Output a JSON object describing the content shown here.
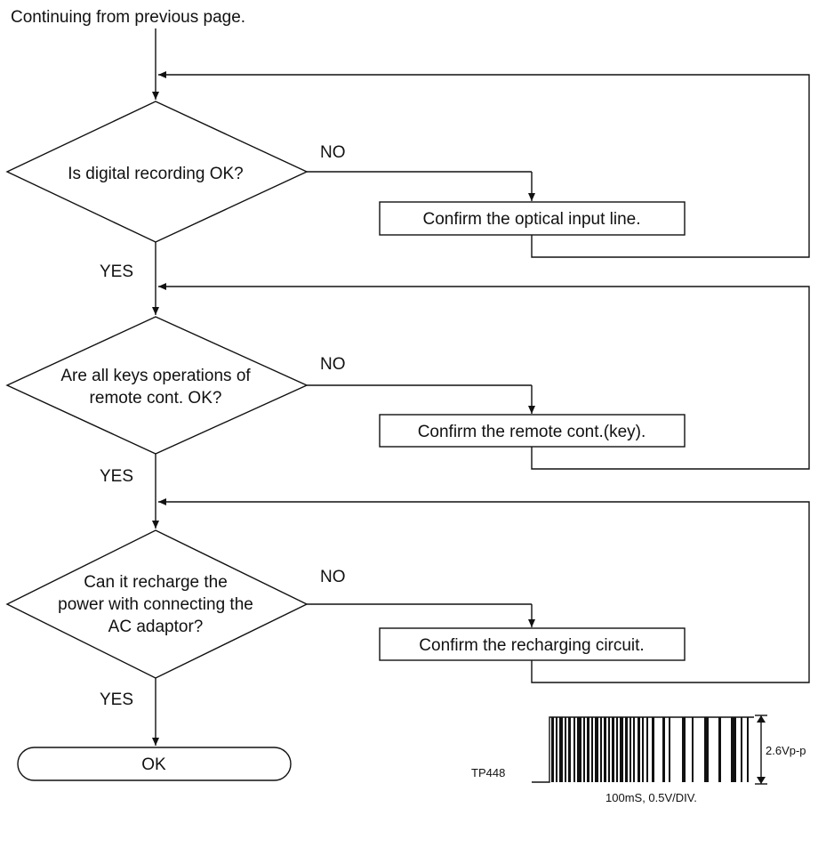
{
  "header": {
    "text": "Continuing from previous page."
  },
  "decisions": [
    {
      "lines": [
        "Is digital recording OK?"
      ],
      "yes": "YES",
      "no": "NO"
    },
    {
      "lines": [
        "Are all keys operations of",
        "remote cont. OK?"
      ],
      "yes": "YES",
      "no": "NO"
    },
    {
      "lines": [
        "Can it recharge the",
        "power with connecting the",
        "AC adaptor?"
      ],
      "yes": "YES",
      "no": "NO"
    }
  ],
  "actions": [
    "Confirm the optical input line.",
    "Confirm the remote cont.(key).",
    "Confirm the recharging circuit."
  ],
  "terminal": {
    "label": "OK"
  },
  "waveform": {
    "test_point": "TP448",
    "amplitude": "2.6Vp-p",
    "scale": "100mS, 0.5V/DIV."
  }
}
